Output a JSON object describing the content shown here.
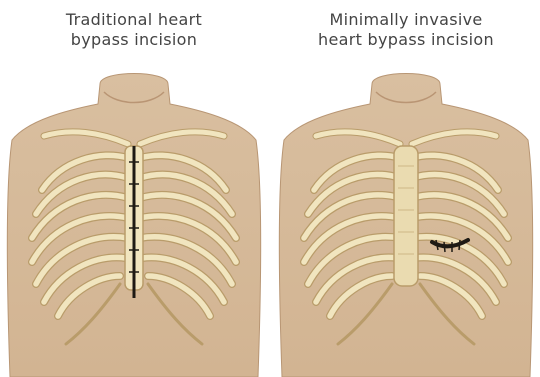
{
  "left_panel": {
    "caption_line1": "Traditional heart",
    "caption_line2": "bypass incision",
    "incision_type": "sternotomy"
  },
  "right_panel": {
    "caption_line1": "Minimally invasive",
    "caption_line2": "heart bypass incision",
    "incision_type": "thoracotomy"
  },
  "colors": {
    "background": "#ffffff",
    "skin": "#dcc3a4",
    "skin_shadow": "#c9a985",
    "bone": "#f1e5bf",
    "bone_outline": "#b99c6a",
    "incision": "#1e1a14",
    "caption": "#444444"
  }
}
